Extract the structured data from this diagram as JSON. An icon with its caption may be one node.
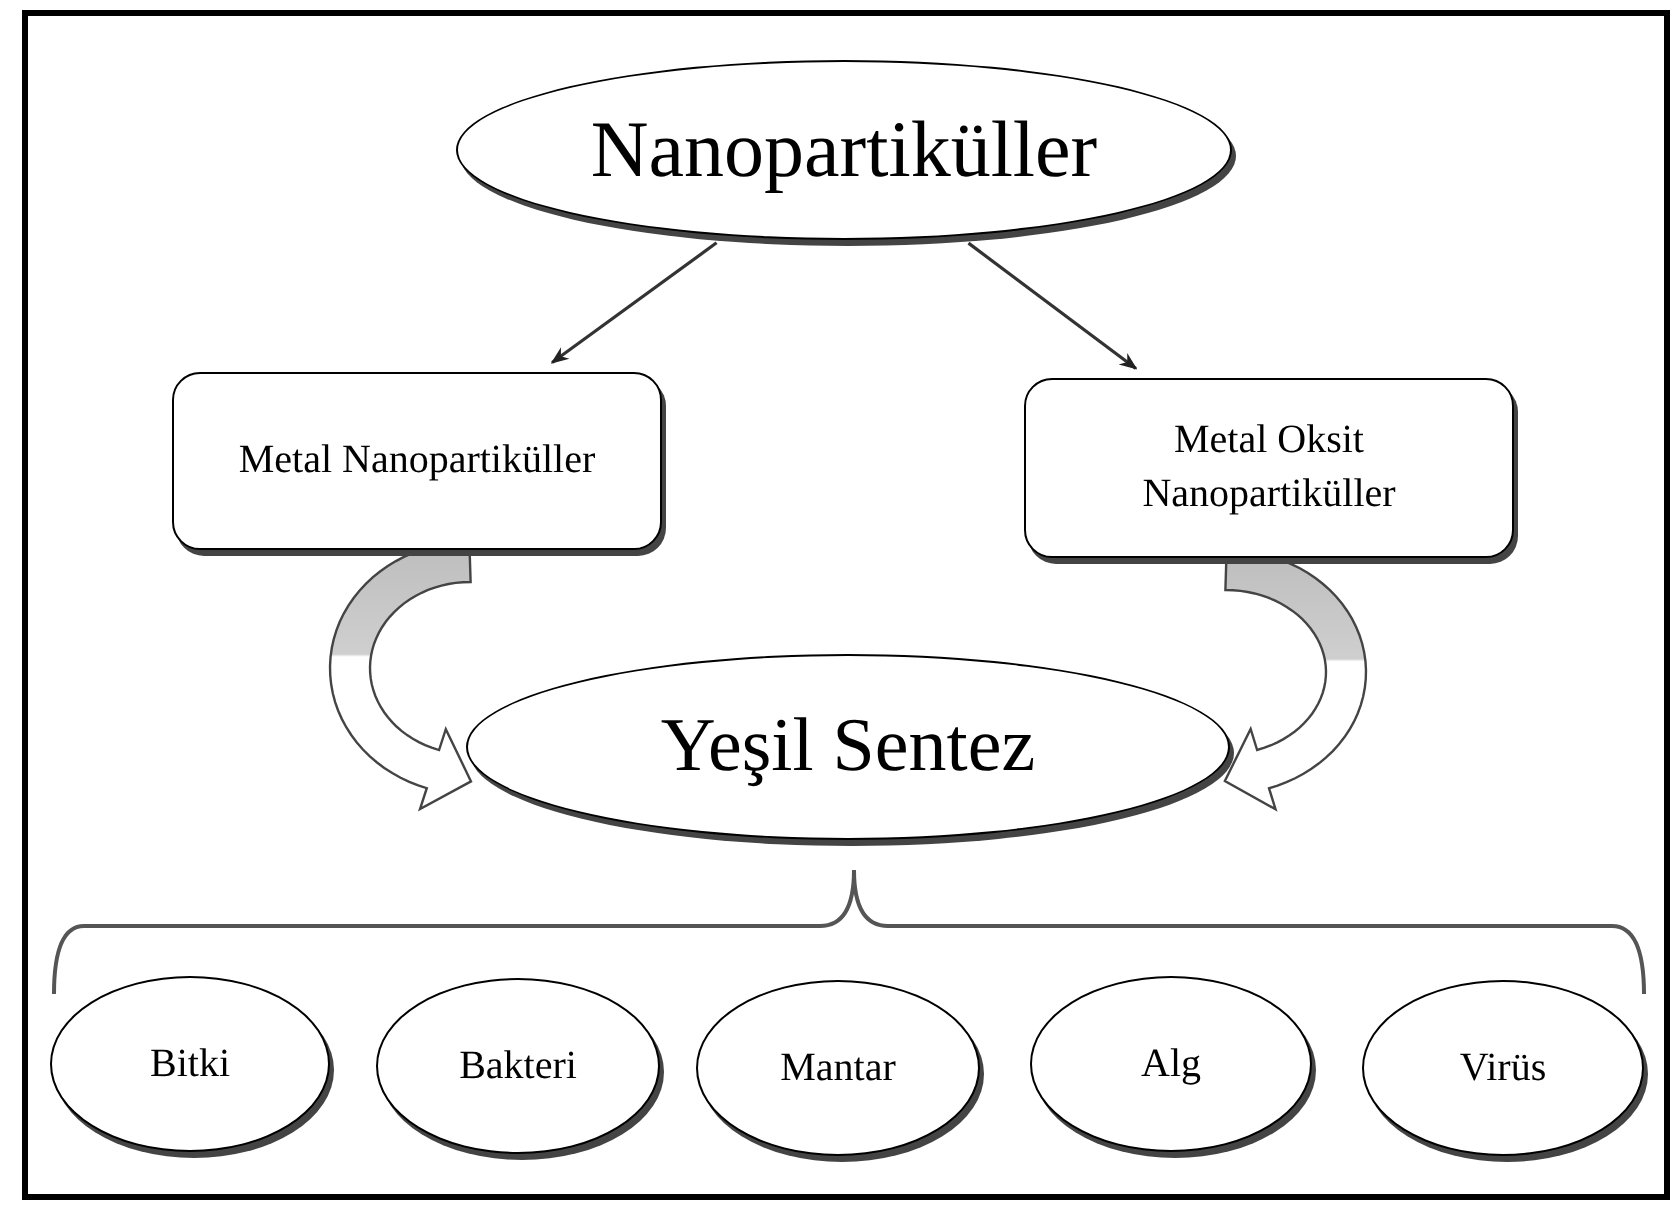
{
  "diagram": {
    "nodes": [
      {
        "text": [
          "Nanopartiküller"
        ]
      },
      {
        "text": [
          "Metal Nanopartiküller"
        ]
      },
      {
        "text": [
          "Metal Oksit Nanopartiküller"
        ]
      },
      {
        "text": [
          "Yeşil Sentez"
        ]
      },
      {
        "text": [
          "Bitki"
        ]
      },
      {
        "text": [
          "Bakteri"
        ]
      },
      {
        "text": [
          "Mantar"
        ]
      },
      {
        "text": [
          "Alg"
        ]
      },
      {
        "text": [
          "Virüs"
        ]
      }
    ],
    "edges": [
      {
        "from": 0,
        "to": 1,
        "arrow": "to"
      },
      {
        "from": 0,
        "to": 2,
        "arrow": "to"
      },
      {
        "from": 1,
        "to": 3,
        "arrow": "to"
      },
      {
        "from": 2,
        "to": 3,
        "arrow": "to"
      }
    ]
  }
}
